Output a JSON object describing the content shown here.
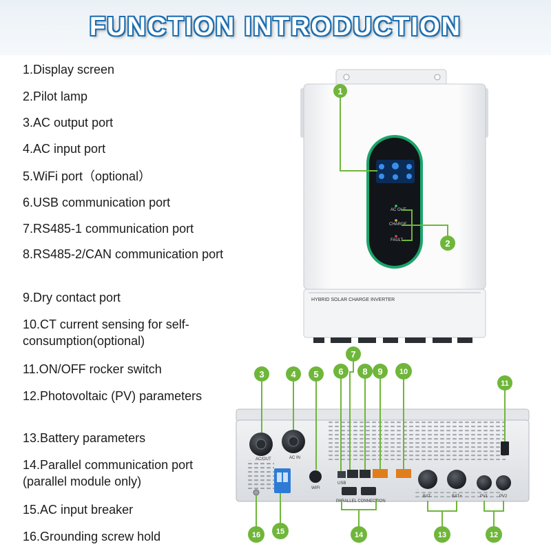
{
  "title": "FUNCTION INTRODUCTION",
  "items": [
    "1.Display screen",
    "2.Pilot lamp",
    "3.AC output port",
    "4.AC input port",
    "5.WiFi port（optional）",
    "6.USB communication port",
    "7.RS485-1 communication port",
    "8.RS485-2/CAN communication port",
    "9.Dry contact port",
    "10.CT current sensing for self-consumption(optional)",
    "11.ON/OFF rocker switch",
    "12.Photovoltaic (PV) parameters",
    "13.Battery parameters",
    "14.Parallel communication port (parallel module only)",
    "15.AC input breaker",
    "16.Grounding screw hold"
  ],
  "device": {
    "label": "HYBRID SOLAR CHARGE INVERTER",
    "indicators": [
      "AC OUT",
      "CHARGE",
      "FAULT"
    ],
    "ports": {
      "ac_out": "AC/OUT",
      "ac_in": "AC IN",
      "wifi": "WIFI",
      "usb": "USB",
      "parallel": "PARALLEL CONNECTION",
      "bat_neg": "BAT-",
      "bat_pos": "BAT+",
      "pv1": "PV1",
      "pv2": "PV2"
    }
  },
  "callouts": [
    "1",
    "2",
    "3",
    "4",
    "5",
    "6",
    "7",
    "8",
    "9",
    "10",
    "11",
    "12",
    "13",
    "14",
    "15",
    "16"
  ],
  "colors": {
    "accent": "#1f6fb0",
    "callout": "#6fb63a",
    "panel": "#e9ebee"
  }
}
